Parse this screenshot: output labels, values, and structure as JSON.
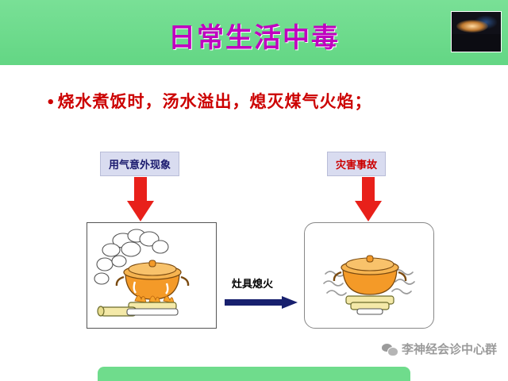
{
  "slide": {
    "title": "日常生活中毒",
    "bullet": {
      "marker": "•",
      "text": "烧水煮饭时，汤水溢出，熄灭煤气火焰；"
    },
    "diagram": {
      "left_tag": "用气意外现象",
      "right_tag": "灾害事故",
      "middle_label": "灶具熄火",
      "arrows": {
        "down_left": "red-down-arrow",
        "down_right": "red-down-arrow",
        "right": "blue-right-arrow"
      },
      "left_panel_alt": "煤气灶上的锅，汤水溢出冒烟",
      "right_panel_alt": "煤气灶熄火，锅内无火焰"
    },
    "thumbnail_alt": "视频缩略图",
    "watermark": {
      "icon": "wechat-icon",
      "text": "李神经会诊中心群"
    },
    "colors": {
      "band_green": "#6fdc8c",
      "title_magenta": "#c000c0",
      "bullet_red": "#cc0000",
      "arrow_red": "#e8201a",
      "arrow_blue": "#18206e",
      "tag_bg": "#d9dcf0"
    }
  }
}
